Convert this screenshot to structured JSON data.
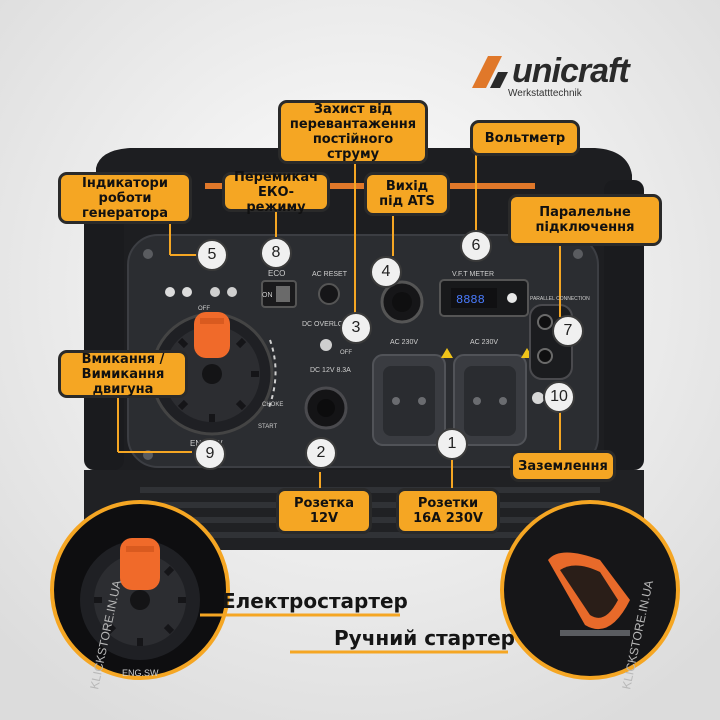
{
  "brand": {
    "name": "unicraft",
    "subtitle": "Werkstatttechnik"
  },
  "callouts": {
    "dc_protection": "Захист від\nперевантаження\nпостійного струму",
    "voltmeter": "Вольтметр",
    "generator_indicators": "Індикатори\nроботи\nгенератора",
    "eco_switch": "Перемикач\nЕКО-режиму",
    "ats_output": "Вихід\nпід ATS",
    "parallel_connection": "Паралельне\nпідключення",
    "engine_switch": "Вмикання /\nВимикання\nдвигуна",
    "grounding": "Заземлення",
    "socket_12v": "Розетка\n12V",
    "sockets_230v": "Розетки\n16A 230V"
  },
  "numbers": {
    "n1": "1",
    "n2": "2",
    "n3": "3",
    "n4": "4",
    "n5": "5",
    "n6": "6",
    "n7": "7",
    "n8": "8",
    "n9": "9",
    "n10": "10"
  },
  "panel_labels": {
    "eco": "ECO",
    "ac_reset": "AC RESET",
    "vft_meter": "V.F.T METER",
    "dc_over": "DC OVERLOAD",
    "dc_12v": "DC 12V 8.3A",
    "ac230_left": "AC 230V",
    "ac230_right": "AC 230V",
    "parallel": "PARALLEL CONNECTION",
    "eng_sw": "ENG.SW.",
    "choke": "CHOKE",
    "start": "START",
    "off": "OFF",
    "on": "ON",
    "display": "8888",
    "eng_sw_inset": "ENG.SW"
  },
  "bottom_labels": {
    "electric_starter": "Електростартер",
    "manual_starter": "Ручний стартер"
  },
  "watermark": "KLICKSTORE.IN.UA",
  "colors": {
    "orange": "#f5a623",
    "knob_orange": "#f06a2a",
    "panel": "#2b2d31",
    "frame": "#1c1d20"
  }
}
